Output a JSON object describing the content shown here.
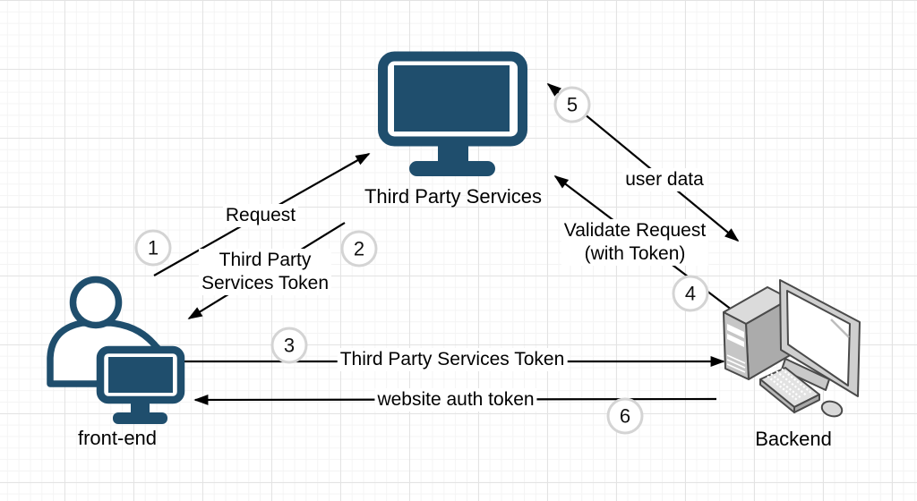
{
  "colors": {
    "icon_blue": "#1F4E6D",
    "arrow_black": "#000000",
    "badge_ring": "#D4D4D4",
    "grid_major": "#E3E3E3",
    "grid_minor": "#F4F4F4",
    "backend_gray": "#C9C9C9"
  },
  "icons": {
    "third_party": "monitor-icon",
    "front_end": "person-at-computer-icon",
    "backend": "desktop-computer-icon"
  },
  "nodes": {
    "third_party": {
      "label": "Third Party Services"
    },
    "front_end": {
      "label": "front-end"
    },
    "backend": {
      "label": "Backend"
    }
  },
  "flows": {
    "f1": {
      "step": "1",
      "label": "Request",
      "from": "front-end",
      "to": "Third Party Services"
    },
    "f2": {
      "step": "2",
      "line1": "Third Party",
      "line2": "Services Token",
      "from": "Third Party Services",
      "to": "front-end"
    },
    "f3": {
      "step": "3",
      "label": "Third Party Services Token",
      "from": "front-end",
      "to": "Backend"
    },
    "f4": {
      "step": "4",
      "line1": "Validate Request",
      "line2": "(with Token)",
      "from": "Backend",
      "to": "Third Party Services"
    },
    "f5": {
      "step": "5",
      "label": "user data",
      "from": "Third Party Services",
      "to": "Backend"
    },
    "f6": {
      "step": "6",
      "label": "website auth token",
      "from": "Backend",
      "to": "front-end"
    }
  }
}
